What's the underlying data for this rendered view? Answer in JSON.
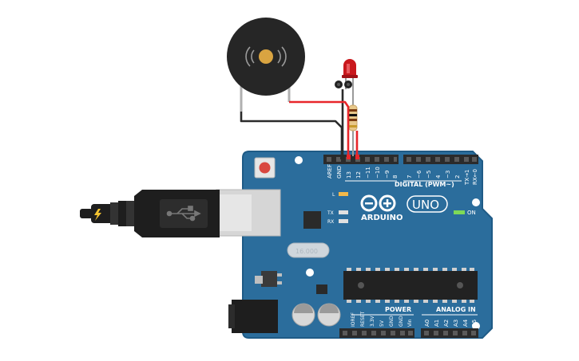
{
  "board": {
    "brand": "ARDUINO",
    "model": "UNO",
    "digital_label": "DIGITAL (PWM~)",
    "power_label": "POWER",
    "analog_label": "ANALOG IN",
    "on_label": "ON",
    "l_label": "L",
    "tx_label": "TX",
    "rx_label": "RX",
    "top_pins": [
      "AREF",
      "GND",
      "13",
      "12",
      "~11",
      "~10",
      "~9",
      "8",
      "7",
      "~6",
      "~5",
      "4",
      "~3",
      "2",
      "TX→1",
      "RX←0"
    ],
    "power_pins": [
      "IOREF",
      "RESET",
      "3.3V",
      "5V",
      "GND",
      "GND",
      "Vin"
    ],
    "analog_pins": [
      "A0",
      "A1",
      "A2",
      "A3",
      "A4",
      "A5"
    ],
    "crystal_text": "16.000"
  },
  "colors": {
    "board": "#2b6d9c",
    "board_edge": "#1f5b86",
    "wire_red": "#e8262a",
    "wire_black": "#2a2a2a",
    "led": "#c9181d",
    "buzzer": "#262626",
    "usb_body": "#1e1e1e",
    "usb_metal": "#d6d6d6"
  },
  "icons": {
    "usb": "usb-symbol-icon",
    "power": "lightning-icon",
    "sound": "sound-waves-icon"
  }
}
